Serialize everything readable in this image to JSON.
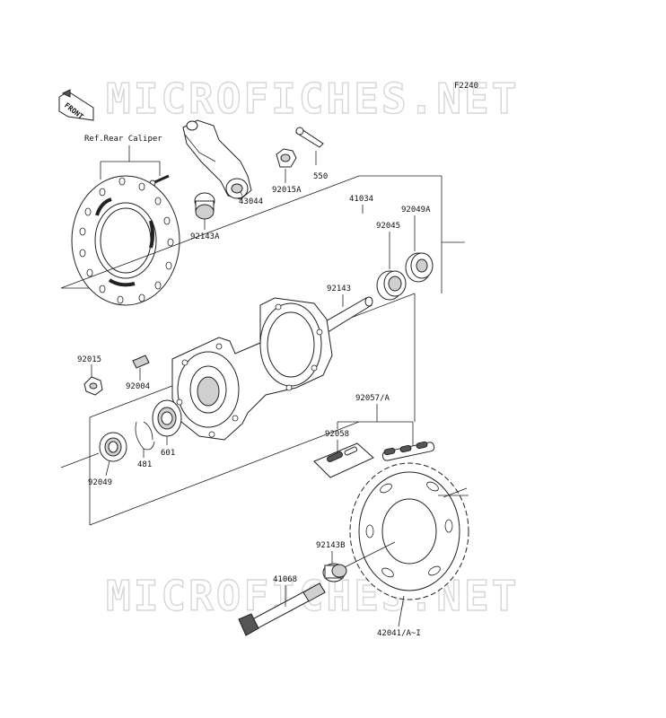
{
  "watermark": "MICROFICHES.NET",
  "figure_code": "F2240",
  "front_badge": "FRONT",
  "ref_caption": "Ref.Rear Caliper",
  "part_labels": {
    "p550": "550",
    "p92015A": "92015A",
    "p43044": "43044",
    "p92143A": "92143A",
    "p41034": "41034",
    "p92049A": "92049A",
    "p92045": "92045",
    "p92143": "92143",
    "p92015": "92015",
    "p92004": "92004",
    "p92057A": "92057/A",
    "p92058": "92058",
    "p481": "481",
    "p601": "601",
    "p92049": "92049",
    "p92143B": "92143B",
    "p41068": "41068",
    "p42041": "42041/A~I"
  }
}
